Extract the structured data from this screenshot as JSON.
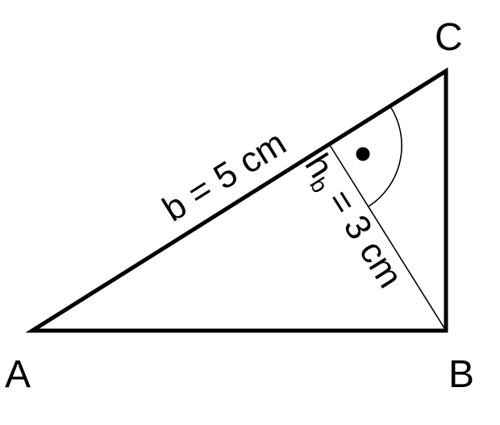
{
  "vertices": {
    "a": "A",
    "b": "B",
    "c": "C"
  },
  "side_b": {
    "text": "b = 5 cm"
  },
  "height_b": {
    "h": "h",
    "sub": "b",
    "rest": " = 3 cm"
  },
  "colors": {
    "stroke": "#000000",
    "background": "#ffffff"
  }
}
